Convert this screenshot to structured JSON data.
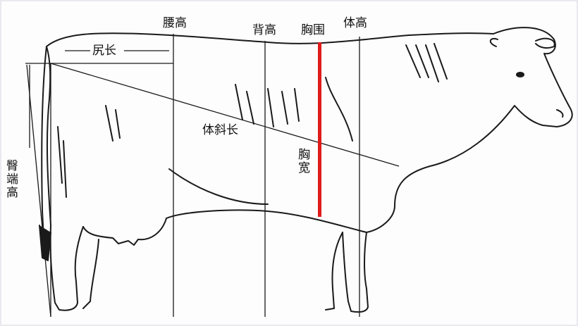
{
  "diagram": {
    "labels": {
      "yao_gao": "腰高",
      "bei_gao": "背高",
      "xiong_wei": "胸围",
      "ti_gao": "体高",
      "kao_chang": "尻长",
      "ti_xie_chang": "体斜长",
      "xiong_kuan": "胸宽",
      "tun_duan_gao": "臀端高"
    },
    "colors": {
      "outline": "#1a1a1a",
      "chest_girth_marker": "#e01b1b",
      "background": "#fdfdfd"
    }
  }
}
